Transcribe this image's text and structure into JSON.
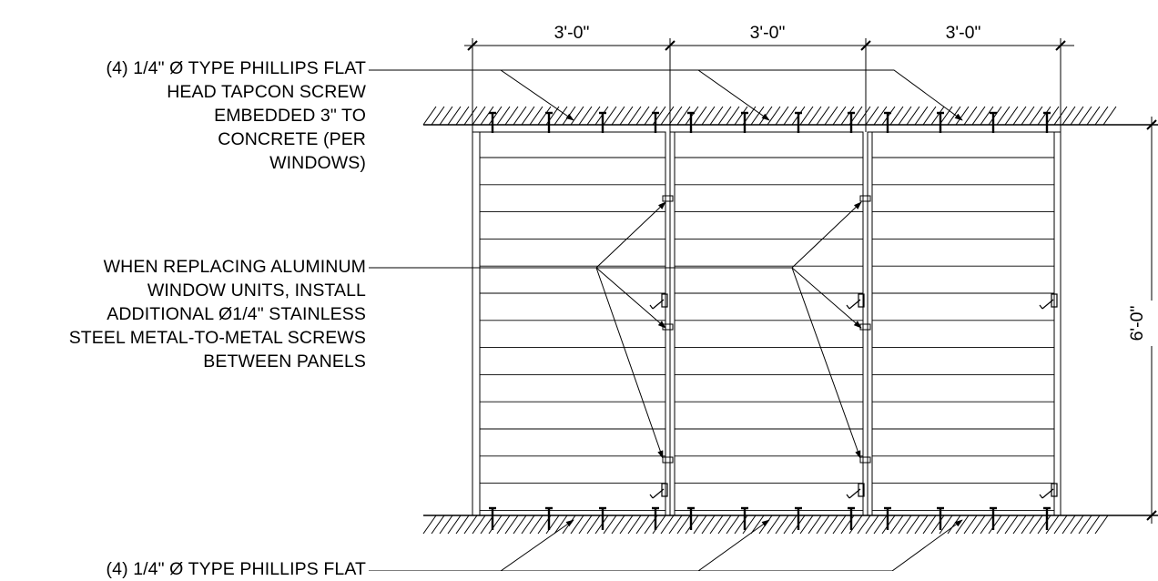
{
  "dimensions": {
    "top": [
      "3'-0\"",
      "3'-0\"",
      "3'-0\""
    ],
    "height": "6'-0\""
  },
  "notes": {
    "top_screws": [
      "(4)   1/4\" Ø TYPE PHILLIPS FLAT",
      "HEAD TAPCON SCREW",
      "EMBEDDED 3\" TO",
      "CONCRETE (PER",
      "WINDOWS)"
    ],
    "panel_screws": [
      "WHEN REPLACING ALUMINUM",
      "WINDOW UNITS, INSTALL",
      "ADDITIONAL Ø1/4\" STAINLESS",
      "STEEL METAL-TO-METAL SCREWS",
      "BETWEEN PANELS"
    ],
    "bottom_screws": [
      "(4)   1/4\" Ø TYPE PHILLIPS FLAT"
    ]
  },
  "colors": {
    "line": "#000000",
    "background": "#ffffff"
  }
}
